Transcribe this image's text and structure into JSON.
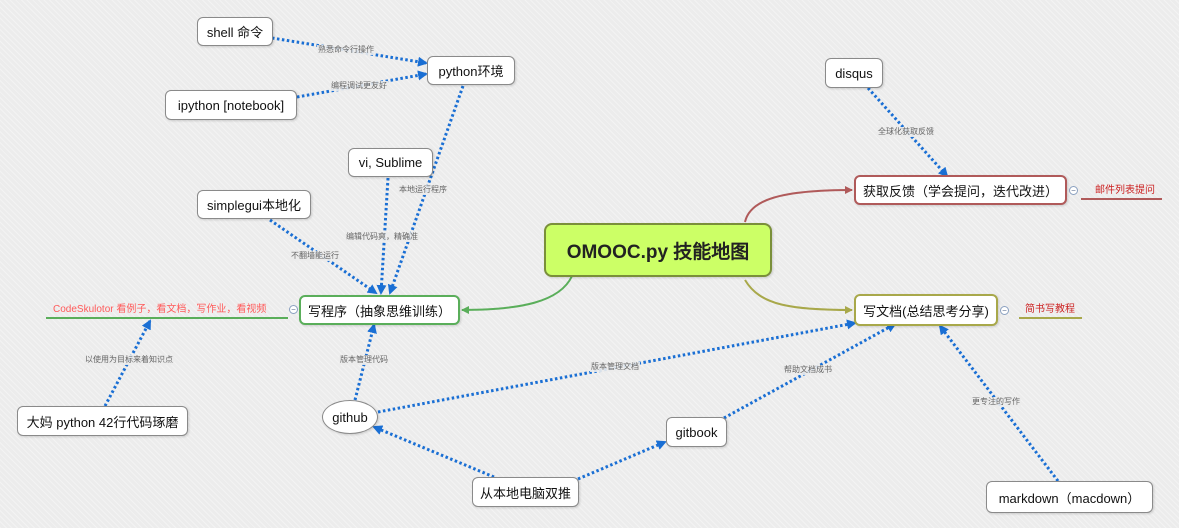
{
  "central": {
    "label": "OMOOC.py 技能地图"
  },
  "nodes": {
    "shell": "shell 命令",
    "python_env": "python环境",
    "ipython": "ipython [notebook]",
    "vi_sublime": "vi, Sublime",
    "simplegui": "simplegui本地化",
    "write_program": "写程序（抽象思维训练）",
    "daima": "大妈 python 42行代码琢磨",
    "github": "github",
    "gitbook": "gitbook",
    "local_push": "从本地电脑双推",
    "disqus": "disqus",
    "feedback": "获取反馈（学会提问，迭代改进）",
    "write_doc": "写文档(总结思考分享)",
    "markdown": "markdown（macdown）"
  },
  "edge_labels": {
    "shell_env": "熟悉命令行操作",
    "ipython_env": "编程调试更友好",
    "env_program": "本地运行程序",
    "vi_program": "编辑代码爽，精确准",
    "simplegui_program": "不翻墙能运行",
    "github_program": "版本管理代码",
    "daima_note": "以使用为目标来着知识点",
    "github_doc": "版本管理文档",
    "gitbook_doc": "帮助文档成书",
    "disqus_feedback": "全球化获取反馈",
    "markdown_doc": "更专注的写作"
  },
  "notes": {
    "codeskulptor": "CodeSkulotor 看例子，看文档，写作业，看视频",
    "mailing_list": "邮件列表提问",
    "jianshu": "简书写教程"
  },
  "collapse_symbol": "−",
  "colors": {
    "central_fill": "#ccff66",
    "dotted_link": "#1a6fd4",
    "branch_red": "#b05a5a",
    "branch_green": "#5aae5a",
    "branch_olive": "#a8a84a",
    "note_red": "#cc2222",
    "note_pink": "#ff5a5a"
  }
}
